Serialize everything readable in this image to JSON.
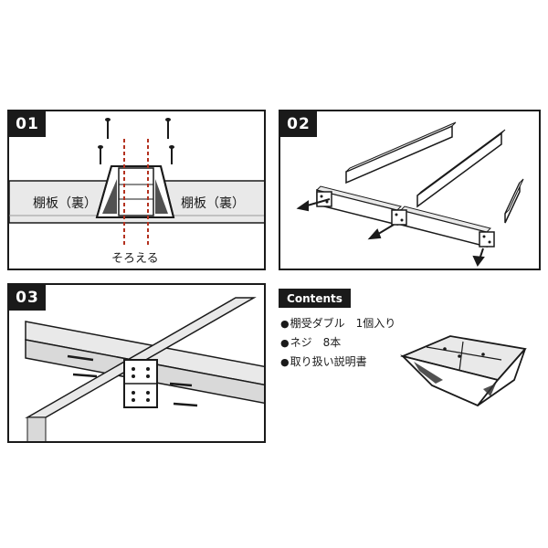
{
  "steps": [
    {
      "number": "01",
      "labels": {
        "left_board": "棚板（裏）",
        "right_board": "棚板（裏）",
        "align_note": "そろえる"
      }
    },
    {
      "number": "02"
    },
    {
      "number": "03"
    }
  ],
  "contents": {
    "heading": "Contents",
    "items": [
      {
        "bullet": "●",
        "text": "棚受ダブル　1個入り"
      },
      {
        "bullet": "●",
        "text": "ネジ　8本"
      },
      {
        "bullet": "●",
        "text": "取り扱い説明書"
      }
    ]
  },
  "colors": {
    "outline": "#1a1a1a",
    "board_fill": "#e9e9e9",
    "bracket_fill": "#ffffff",
    "guide_red": "#b3311f"
  }
}
